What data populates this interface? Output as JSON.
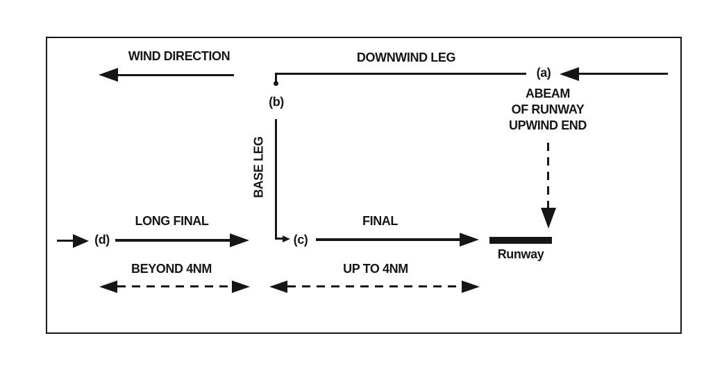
{
  "colors": {
    "ink": "#161616",
    "background": "#ffffff"
  },
  "diagram": {
    "wind": {
      "label": "WIND DIRECTION"
    },
    "downwind": {
      "label": "DOWNWIND LEG",
      "point": "(a)"
    },
    "abeam": {
      "line1": "ABEAM",
      "line2": "OF RUNWAY",
      "line3": "UPWIND END"
    },
    "base": {
      "label": "BASE LEG",
      "point": "(b)"
    },
    "final": {
      "label": "FINAL",
      "point": "(c)",
      "distance": "UP TO 4NM"
    },
    "long_final": {
      "label": "LONG FINAL",
      "point": "(d)",
      "distance": "BEYOND 4NM"
    },
    "runway": {
      "label": "Runway"
    }
  }
}
